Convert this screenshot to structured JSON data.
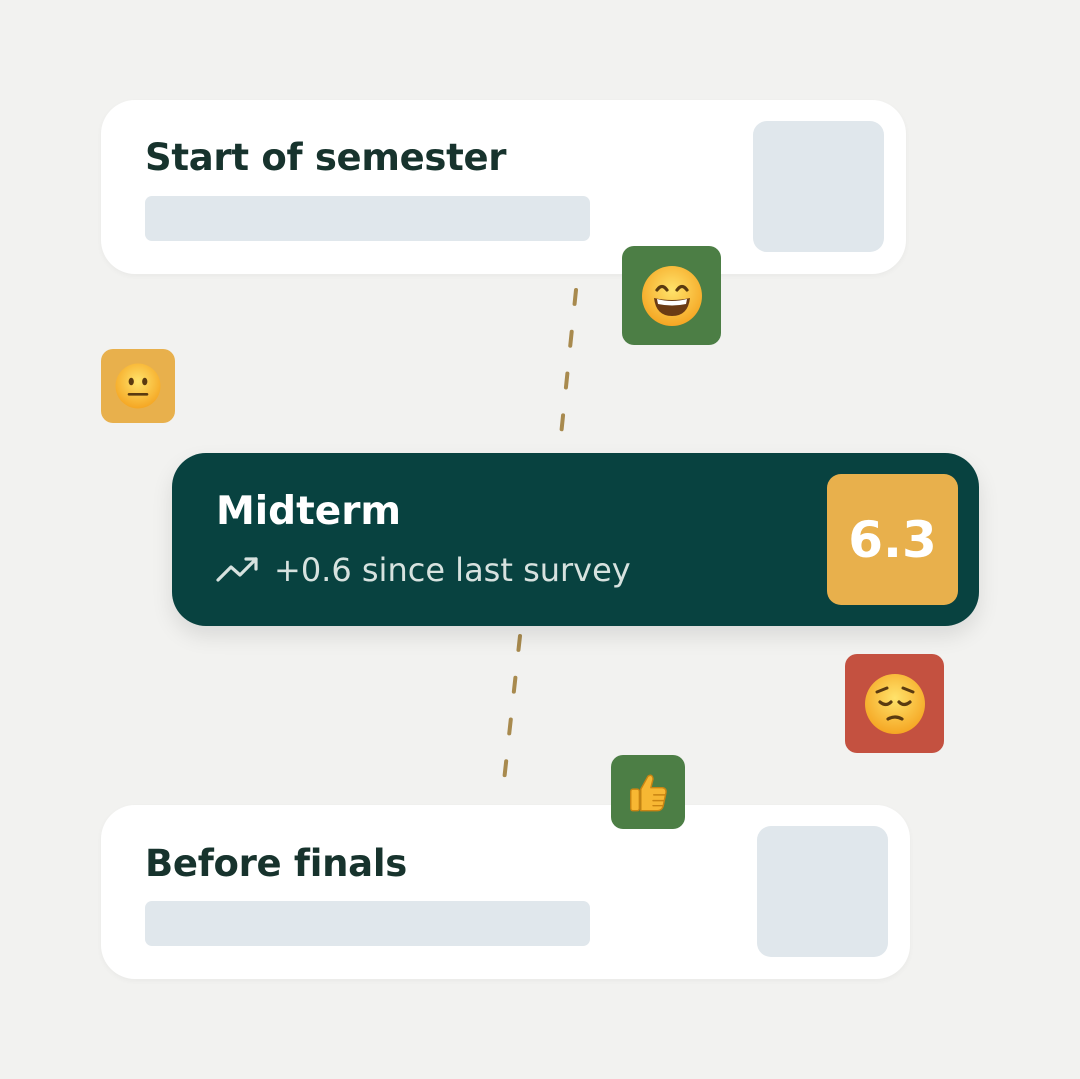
{
  "cards": {
    "start": {
      "title": "Start of semester"
    },
    "midterm": {
      "title": "Midterm",
      "trend": "+0.6 since last survey",
      "score": "6.3"
    },
    "finals": {
      "title": "Before finals"
    }
  },
  "emojis": {
    "grin": "grinning-face-with-smiling-eyes",
    "neutral": "neutral-face",
    "pensive": "pensive-face",
    "thumbs": "thumbs-up"
  },
  "colors": {
    "background": "#f2f2f0",
    "card": "#ffffff",
    "midterm_card": "#084240",
    "score_badge": "#e8b04c",
    "green_tile": "#4c7e45",
    "yellow_tile": "#e8b04c",
    "red_tile": "#c45140",
    "placeholder": "#e0e7ec",
    "dash": "#a88a4e"
  }
}
